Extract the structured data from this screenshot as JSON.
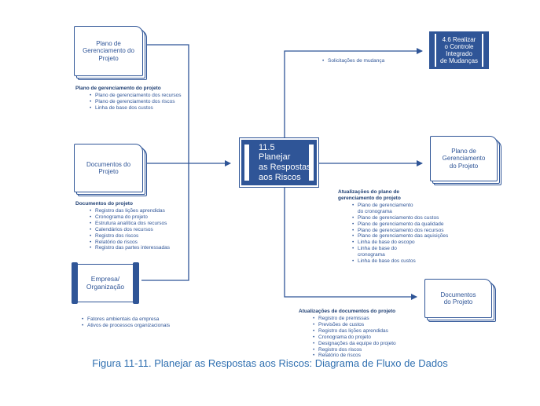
{
  "colors": {
    "primary": "#2f5597",
    "caption": "#2f6fb0"
  },
  "process": {
    "label": "11.5\nPlanejar\nas Respostas\naos Riscos"
  },
  "inputs": {
    "plano": {
      "label": "Plano de\nGerenciamento do\nProjeto",
      "heading": "Plano de gerenciamento do projeto",
      "items": [
        "Plano de gerenciamento dos recursos",
        "Plano de gerenciamento dos riscos",
        "Linha de base dos custos"
      ]
    },
    "documentos": {
      "label": "Documentos do\nProjeto",
      "heading": "Documentos do projeto",
      "items": [
        "Registro das lições aprendidas",
        "Cronograma do projeto",
        "Estrutura analítica dos recursos",
        "Calendários dos recursos",
        "Registro dos riscos",
        "Relatório de riscos",
        "Registro das partes interessadas"
      ]
    },
    "empresa": {
      "label": "Empresa/\nOrganização",
      "items": [
        "Fatores ambientais da empresa",
        "Ativos de processos organizacionais"
      ]
    }
  },
  "outputs": {
    "controle": {
      "label": "4.6 Realizar\no Controle\nIntegrado\nde Mudanças",
      "items": [
        "Solicitações de mudança"
      ]
    },
    "plano": {
      "label": "Plano de\nGerenciamento\ndo Projeto",
      "heading": "Atualizações do plano de\ngerenciamento do projeto",
      "items": [
        "Plano de gerenciamento\ndo cronograma",
        "Plano de gerenciamento dos custos",
        "Plano de gerenciamento da qualidade",
        "Plano de gerenciamento dos recursos",
        "Plano de gerenciamento das aquisições",
        "Linha de base do escopo",
        "Linha de base do\ncronograma",
        "Linha de base dos custos"
      ]
    },
    "documentos": {
      "label": "Documentos\ndo Projeto",
      "heading": "Atualizações de documentos do projeto",
      "items": [
        "Registro de premissas",
        "Previsões de custos",
        "Registro das lições aprendidas",
        "Cronograma do projeto",
        "Designações da equipe do projeto",
        "Registro dos riscos",
        "Relatório de riscos"
      ]
    }
  },
  "caption": "Figura 11-11. Planejar as Respostas aos Riscos: Diagrama de Fluxo de Dados"
}
